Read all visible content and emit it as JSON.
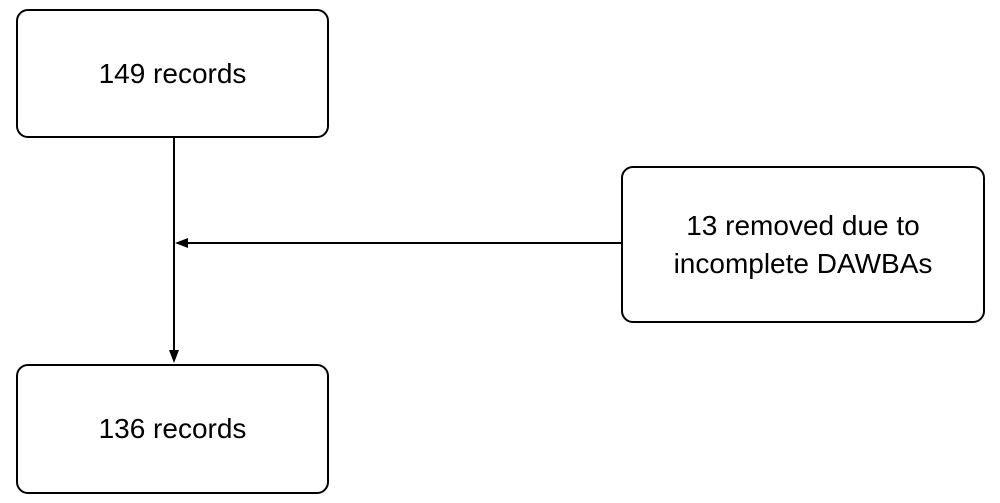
{
  "flowchart": {
    "top_box": {
      "text": "149 records"
    },
    "side_box": {
      "text": "13 removed due to\nincomplete DAWBAs"
    },
    "bottom_box": {
      "text": "136 records"
    }
  }
}
